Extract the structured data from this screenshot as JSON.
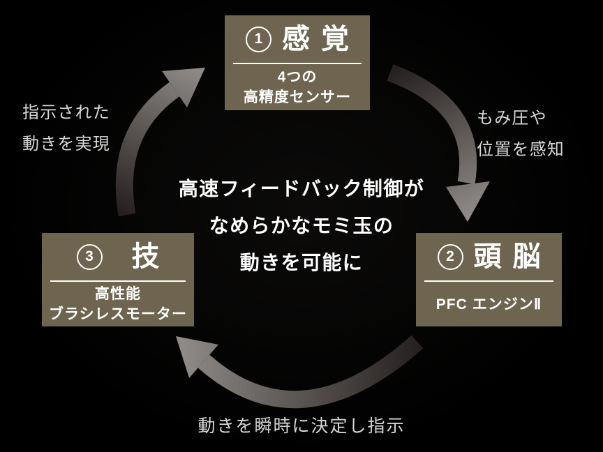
{
  "colors": {
    "background": "#000000",
    "node_fill": "#6e644f",
    "node_text": "#ffffff",
    "center_text": "#ffffff",
    "side_label_text": "#d6d6d6",
    "arrow_tail": "#262120",
    "arrow_head": "#918d8a"
  },
  "center_message": {
    "line1": "高速フィードバック制御が",
    "line2": "なめらかなモミ玉の",
    "line3": "動きを可能に"
  },
  "nodes": [
    {
      "number": "1",
      "title": "感覚",
      "sub1": "4つの",
      "sub2": "高精度センサー"
    },
    {
      "number": "2",
      "title": "頭脳",
      "sub1": "PFC エンジンⅡ"
    },
    {
      "number": "3",
      "title": "技",
      "sub1": "高性能",
      "sub2": "ブラシレスモーター"
    }
  ],
  "edge_labels": {
    "left_line1": "指示された",
    "left_line2": "動きを実現",
    "right_line1": "もみ圧や",
    "right_line2": "位置を感知",
    "bottom": "動きを瞬時に決定し指示"
  }
}
